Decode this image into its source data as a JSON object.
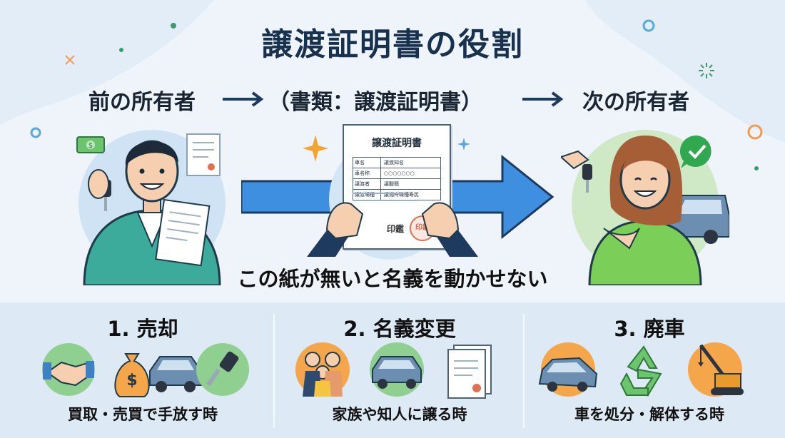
{
  "title": "譲渡証明書の役割",
  "flow": {
    "from": "前の所有者",
    "document": "（書類：譲渡証明書）",
    "to": "次の所有者"
  },
  "document": {
    "heading": "譲渡証明書",
    "rows": [
      {
        "label": "車名",
        "value": "譲渡知名"
      },
      {
        "label": "車名称",
        "value": "○○○○○○○"
      },
      {
        "label": "譲渡者",
        "value": "譲醍簡"
      },
      {
        "label": "譲渡場種",
        "value": "譲燭舟職種寿民"
      }
    ],
    "seal_label": "印鑑",
    "seal_stamp": "印鑑"
  },
  "caption": "この紙が無いと名義を動かせない",
  "categories": [
    {
      "title": "1. 売却",
      "subtitle": "買取・売買で手放す時",
      "icons": [
        "handshake-icon",
        "money-bag-icon",
        "car-icon",
        "key-icon"
      ]
    },
    {
      "title": "2. 名義変更",
      "subtitle": "家族や知人に譲る時",
      "icons": [
        "family-icon",
        "car-icon",
        "documents-icon"
      ]
    },
    {
      "title": "3. 廃車",
      "subtitle": "車を処分・解体する時",
      "icons": [
        "crashed-car-icon",
        "recycle-icon",
        "crane-icon"
      ]
    }
  ],
  "colors": {
    "title": "#17314f",
    "arrow_blue": "#3f8fe0",
    "arrow_dark": "#1e3a5f",
    "green_circle": "#8fcf8f",
    "orange_circle": "#f5a54a",
    "seal_red": "#e07050"
  }
}
